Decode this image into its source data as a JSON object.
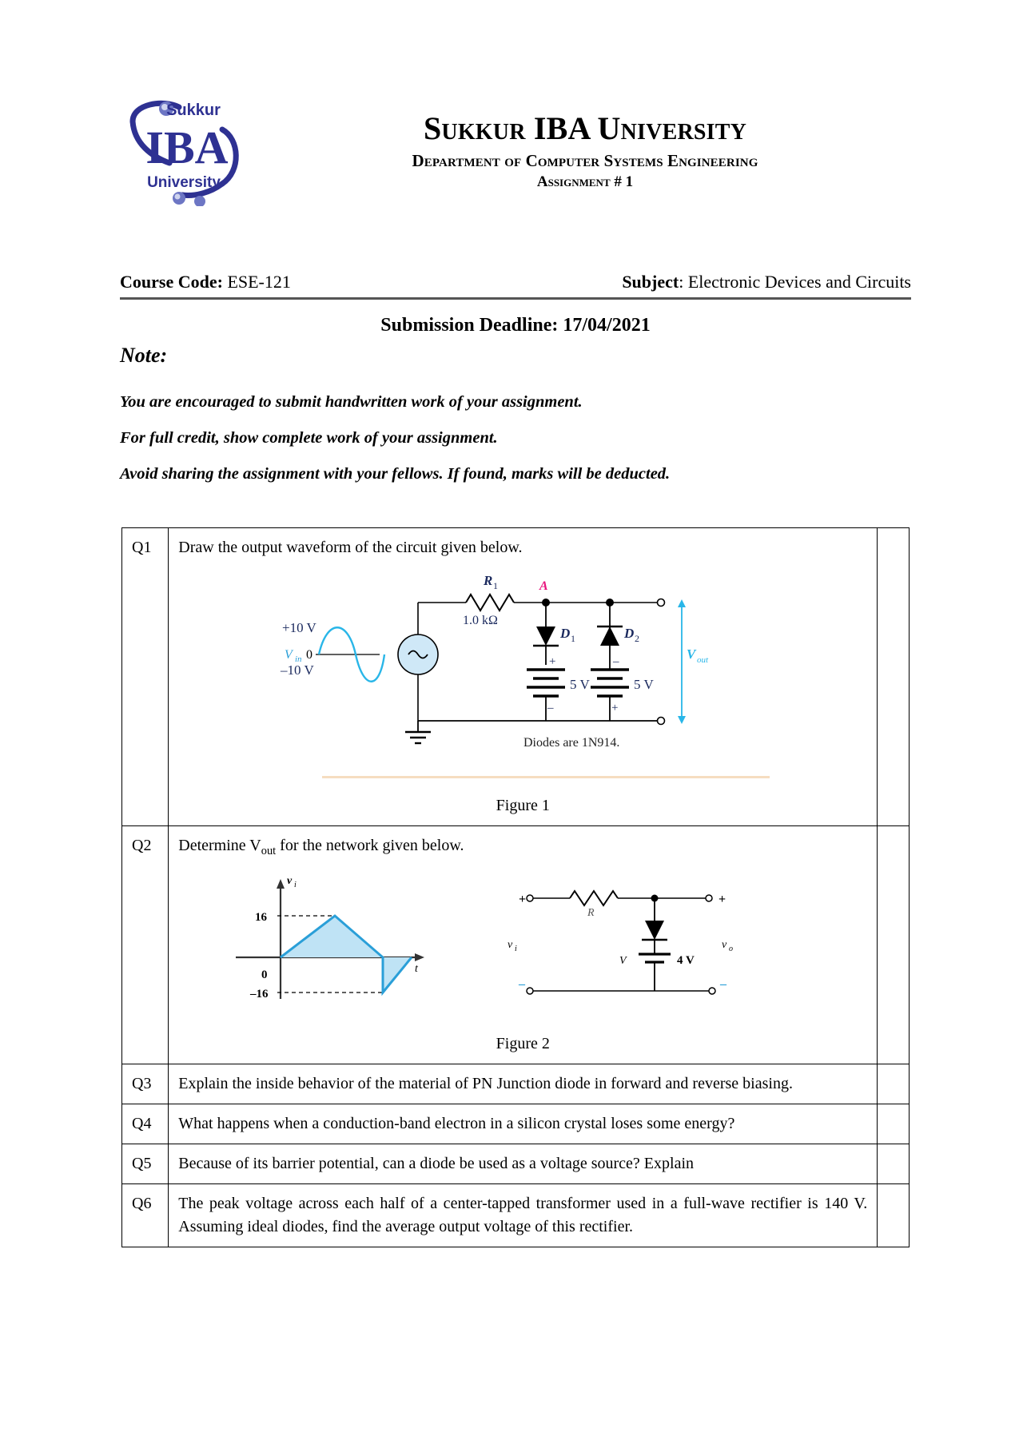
{
  "header": {
    "logo": {
      "top_text": "Sukkur",
      "main_text": "IBA",
      "bottom_text": "University",
      "color": "#2e3192"
    },
    "university": "Sukkur IBA University",
    "department": "Department of Computer Systems Engineering",
    "assignment": "Assignment # 1"
  },
  "course": {
    "code_label": "Course Code:",
    "code_value": " ESE-121",
    "subject_label": "Subject",
    "subject_value": ": Electronic Devices and Circuits"
  },
  "deadline": "Submission Deadline: 17/04/2021",
  "note_heading": "Note:",
  "notes": [
    "You are encouraged to submit handwritten work of your assignment.",
    "For full credit, show complete work of your assignment.",
    "Avoid sharing the assignment with your fellows. If found, marks will be deducted."
  ],
  "questions": [
    {
      "id": "Q1",
      "text": "Draw the output waveform of the circuit given below.",
      "figure_caption": "Figure 1"
    },
    {
      "id": "Q2",
      "text_pre": "Determine V",
      "text_sub": "out",
      "text_post": " for the network given below.",
      "figure_caption": "Figure 2"
    },
    {
      "id": "Q3",
      "text": "Explain the inside behavior of the material of PN Junction diode in forward and reverse biasing."
    },
    {
      "id": "Q4",
      "text": "What happens when a conduction-band electron in a silicon crystal loses some energy?"
    },
    {
      "id": "Q5",
      "text": "Because of its barrier potential, can a diode be used as a voltage source? Explain"
    },
    {
      "id": "Q6",
      "text": "The peak voltage across each half of a center-tapped transformer used in a full-wave rectifier is 140 V. Assuming ideal diodes, find the average output voltage of this rectifier."
    }
  ],
  "figure1": {
    "source_label_top": "+10 V",
    "source_label_mid": "0",
    "source_label_bottom": "−10 V",
    "vin_label": "V",
    "vin_sub": "in",
    "resistor_label": "R",
    "resistor_sub": "1",
    "resistor_value": "1.0 kΩ",
    "node_label": "A",
    "diode1_label": "D",
    "diode1_sub": "1",
    "diode2_label": "D",
    "diode2_sub": "2",
    "battery1_value": "5 V",
    "battery2_value": "5 V",
    "battery1_plus": "+",
    "battery1_minus": "−",
    "battery2_plus": "+",
    "battery2_minus": "−",
    "vout_label": "V",
    "vout_sub": "out",
    "note": "Diodes are 1N914.",
    "colors": {
      "wave": "#29b6e8",
      "node": "#e8147d",
      "label": "#1b2a5e",
      "value": "#c8893a",
      "vout": "#29b6e8"
    }
  },
  "figure2": {
    "graph": {
      "y_axis_label": "v",
      "y_axis_sub": "i",
      "x_axis_label": "t",
      "tick_pos": "16",
      "tick_zero": "0",
      "tick_neg": "−16",
      "fill_color": "#bfe3f5",
      "line_color": "#2a9fd8"
    },
    "circuit": {
      "plus_left": "+",
      "plus_right": "+",
      "minus_left": "−",
      "minus_right": "−",
      "resistor_label": "R",
      "vi_label": "v",
      "vi_sub": "i",
      "vo_label": "v",
      "vo_sub": "o",
      "battery_label": "V",
      "battery_value": "4 V"
    }
  },
  "chart_data": {
    "type": "line",
    "title": "Figure 2 input waveform",
    "xlabel": "t",
    "ylabel": "vi",
    "x": [
      0,
      1,
      2,
      3,
      4
    ],
    "values": [
      0,
      16,
      0,
      -16,
      0
    ],
    "ylim": [
      -16,
      16
    ],
    "yticks": [
      16,
      0,
      -16
    ],
    "grid": false
  }
}
